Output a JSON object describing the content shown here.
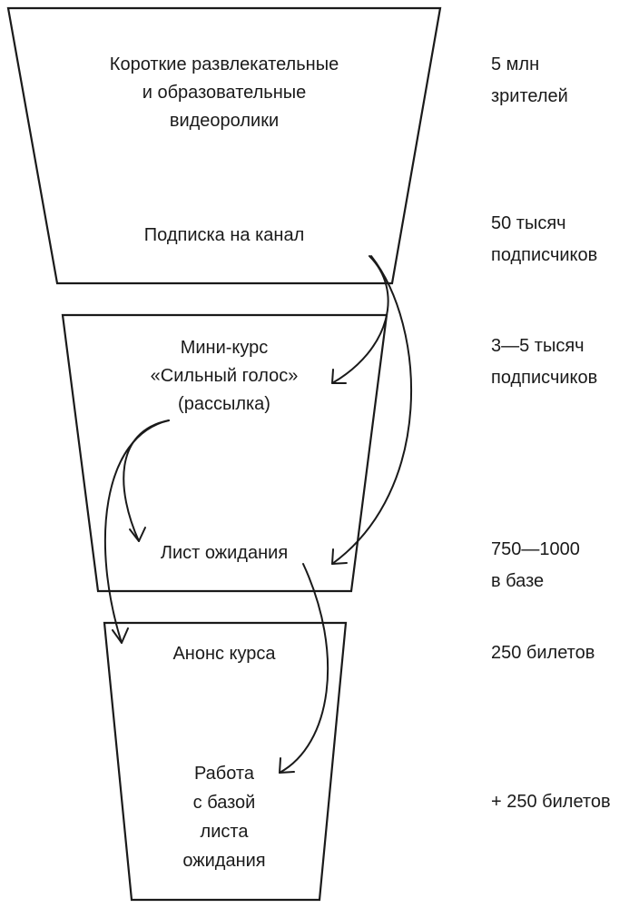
{
  "funnel": {
    "stages": [
      {
        "items": [
          {
            "lines": [
              "Короткие развлекательные",
              "и образовательные",
              "видеоролики"
            ]
          },
          {
            "lines": [
              "Подписка на канал"
            ]
          }
        ]
      },
      {
        "items": [
          {
            "lines": [
              "Мини-курс",
              "«Сильный голос»",
              "(рассылка)"
            ]
          },
          {
            "lines": [
              "Лист ожидания"
            ]
          }
        ]
      },
      {
        "items": [
          {
            "lines": [
              "Анонс курса"
            ]
          },
          {
            "lines": [
              "Работа",
              "с базой",
              "листа",
              "ожидания"
            ]
          }
        ]
      }
    ]
  },
  "metrics": [
    {
      "lines": [
        "5 млн",
        "зрителей"
      ]
    },
    {
      "lines": [
        "50 тысяч",
        "подписчиков"
      ]
    },
    {
      "lines": [
        "3—5 тысяч",
        "подписчиков"
      ]
    },
    {
      "lines": [
        "750—1000",
        "в базе"
      ]
    },
    {
      "lines": [
        "250 билетов"
      ]
    },
    {
      "lines": [
        "+ 250 билетов"
      ]
    }
  ],
  "colors": {
    "stroke": "#1a1a1a",
    "text": "#1a1a1a",
    "background": "#ffffff"
  }
}
